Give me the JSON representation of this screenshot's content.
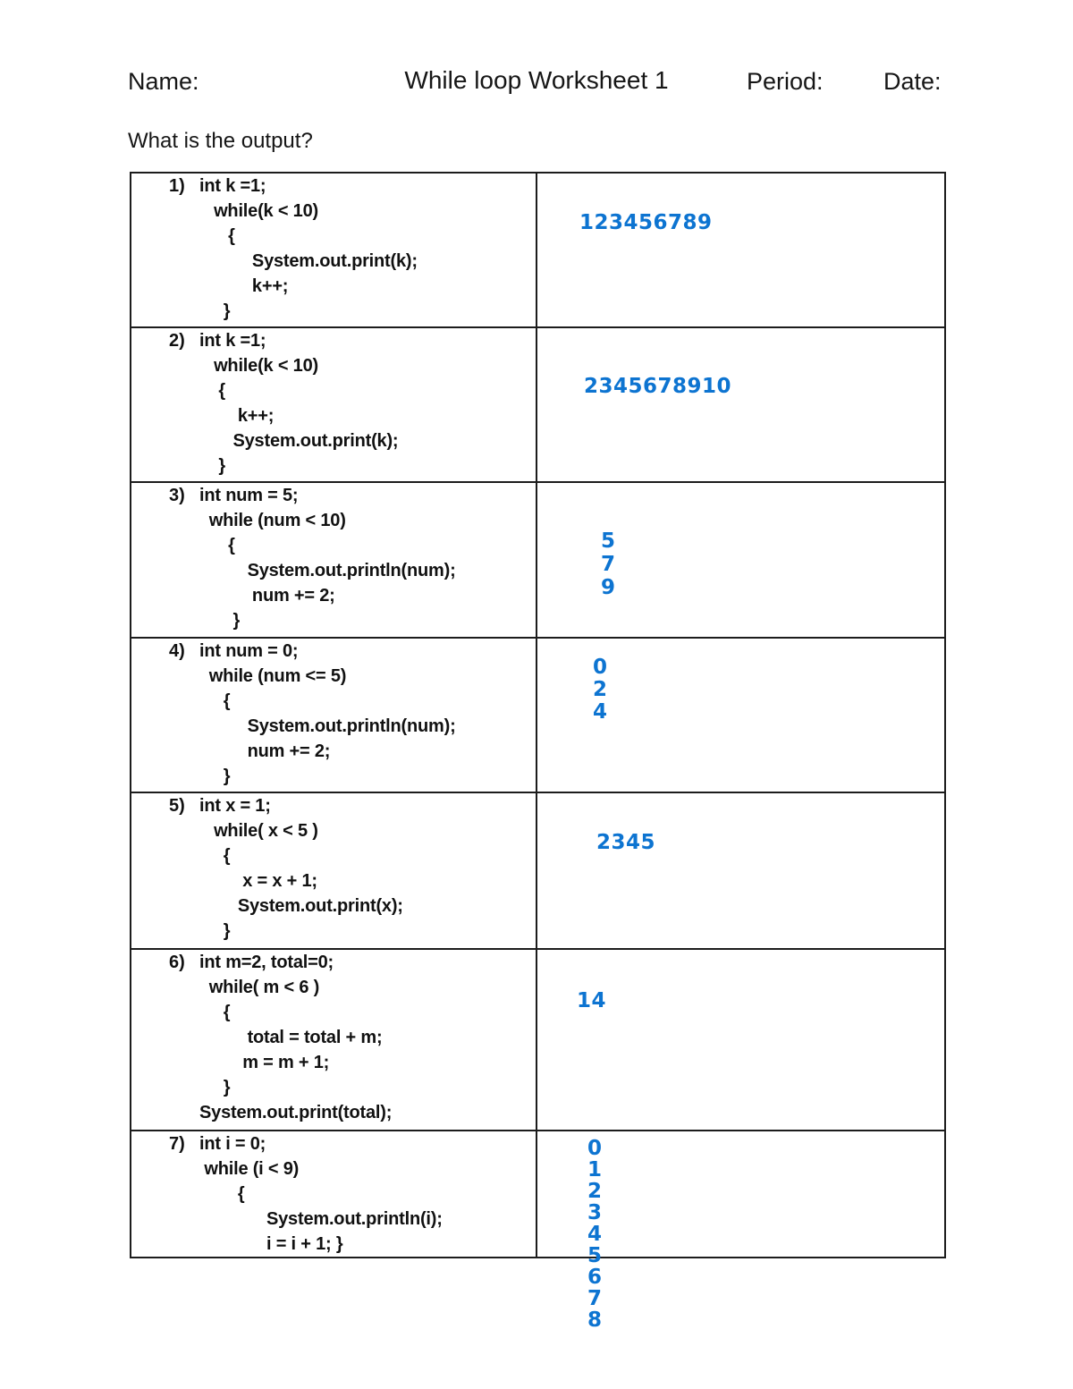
{
  "header": {
    "name_label": "Name:",
    "title": "While loop Worksheet 1",
    "period_label": "Period:",
    "date_label": "Date:",
    "question": "What is the output?"
  },
  "colors": {
    "answer_blue": "#0d74d1",
    "code_black": "#111111"
  },
  "problems": [
    {
      "number": "1)",
      "code": "int k =1;\n   while(k < 10)\n      {\n           System.out.print(k);\n           k++;\n     }",
      "answer": "123456789"
    },
    {
      "number": "2)",
      "code": "int k =1;\n   while(k < 10)\n    {\n        k++;\n       System.out.print(k);\n    }",
      "answer": "2345678910"
    },
    {
      "number": "3)",
      "code": "int num = 5;\n  while (num < 10)\n      {\n          System.out.println(num);\n           num += 2;\n       }",
      "answer": "5\n7\n9"
    },
    {
      "number": "4)",
      "code": "int num = 0;\n  while (num <= 5)\n     {\n          System.out.println(num);\n          num += 2;\n     }",
      "answer": "0\n2\n4"
    },
    {
      "number": "5)",
      "code": "int x = 1;\n   while( x < 5 )\n     {\n         x = x + 1;\n        System.out.print(x);\n     }",
      "answer": "2345"
    },
    {
      "number": "6)",
      "code": "int m=2, total=0;\n  while( m < 6 )\n     {\n          total = total + m;\n         m = m + 1;\n     }\nSystem.out.print(total);",
      "answer": "14"
    },
    {
      "number": "7)",
      "code": "int i = 0;\n while (i < 9)\n        {\n              System.out.println(i);\n              i = i + 1; }",
      "answer": "0\n1\n2\n3\n4\n5\n6\n7\n8"
    }
  ]
}
